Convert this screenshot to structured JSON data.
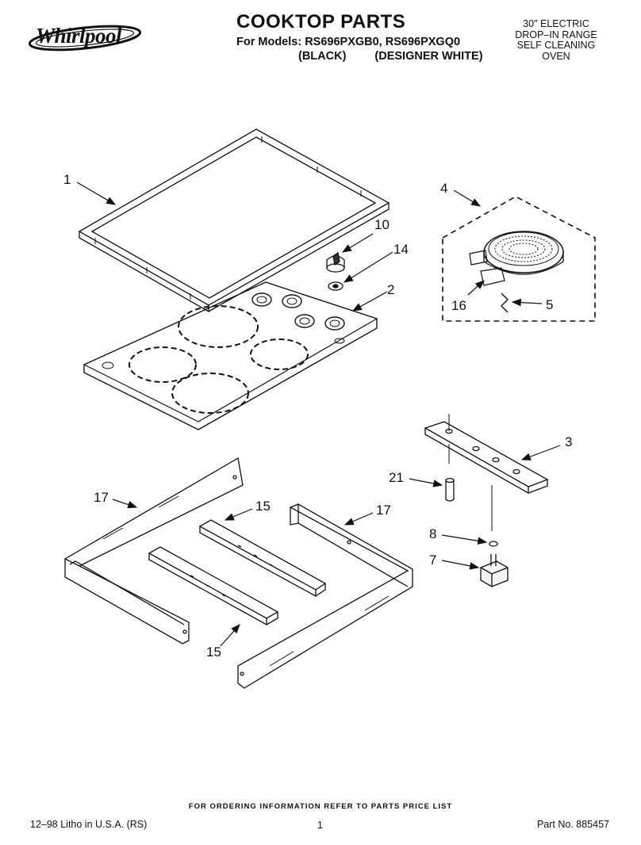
{
  "header": {
    "brand": "Whirlpool",
    "title": "COOKTOP PARTS",
    "models_line": "For Models: RS696PXGB0, RS696PXGQ0",
    "color_black": "(BLACK)",
    "color_white": "(DESIGNER WHITE)",
    "product_lines": [
      "30\" ELECTRIC",
      "DROP–IN RANGE",
      "SELF CLEANING",
      "OVEN"
    ]
  },
  "parts": {
    "p1": "1",
    "p2": "2",
    "p3": "3",
    "p4": "4",
    "p5": "5",
    "p7": "7",
    "p8": "8",
    "p10": "10",
    "p14": "14",
    "p16": "16",
    "p21": "21",
    "p15a": "15",
    "p15b": "15",
    "p17a": "17",
    "p17b": "17"
  },
  "footer": {
    "ordering": "FOR ORDERING INFORMATION REFER TO PARTS PRICE LIST",
    "litho": "12–98 Litho in U.S.A. (RS)",
    "page": "1",
    "part_no": "Part No. 885457"
  }
}
